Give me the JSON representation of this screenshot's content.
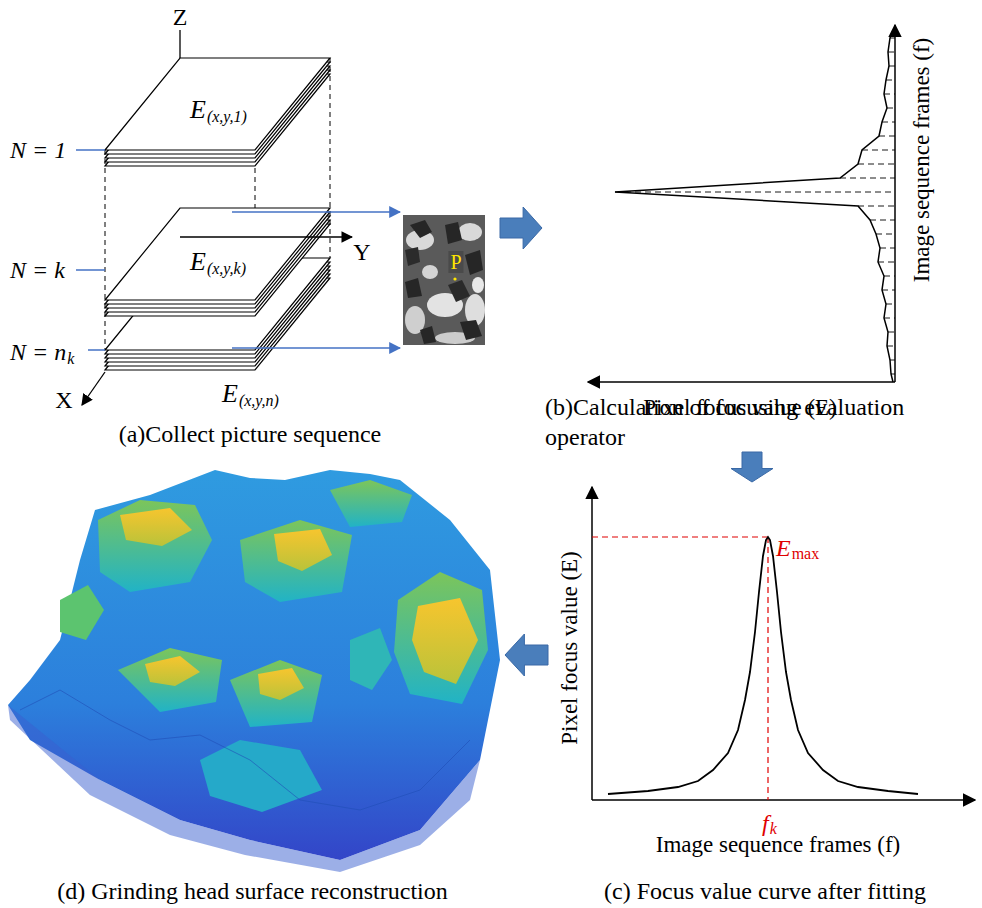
{
  "diagram": {
    "nodes": [
      {
        "text": [
          "(a)Collect picture sequence"
        ]
      },
      {
        "text": [
          "(b)Calculation of focusing evaluation operator"
        ]
      },
      {
        "text": [
          "(c) Focus value curve after fitting"
        ]
      },
      {
        "text": [
          "(d) Grinding head surface reconstruction"
        ]
      }
    ],
    "edges": [
      {
        "from": 0,
        "to": 1,
        "arrow": "to"
      },
      {
        "from": 1,
        "to": 2,
        "arrow": "to"
      },
      {
        "from": 2,
        "to": 3,
        "arrow": "to"
      }
    ],
    "labels": [
      "Z",
      "N = 1",
      "E",
      "(x,y,1)",
      "Y",
      "N = k",
      "E",
      "(x,y,k)",
      "N = n",
      "k",
      "E",
      "(x,y,n)",
      "X",
      "P",
      "Image sequence frames (f)",
      "Pixel focus value (E)",
      "Pixel focus value (E)",
      "E",
      "max",
      "f",
      "k",
      "Image sequence frames (f)"
    ]
  }
}
